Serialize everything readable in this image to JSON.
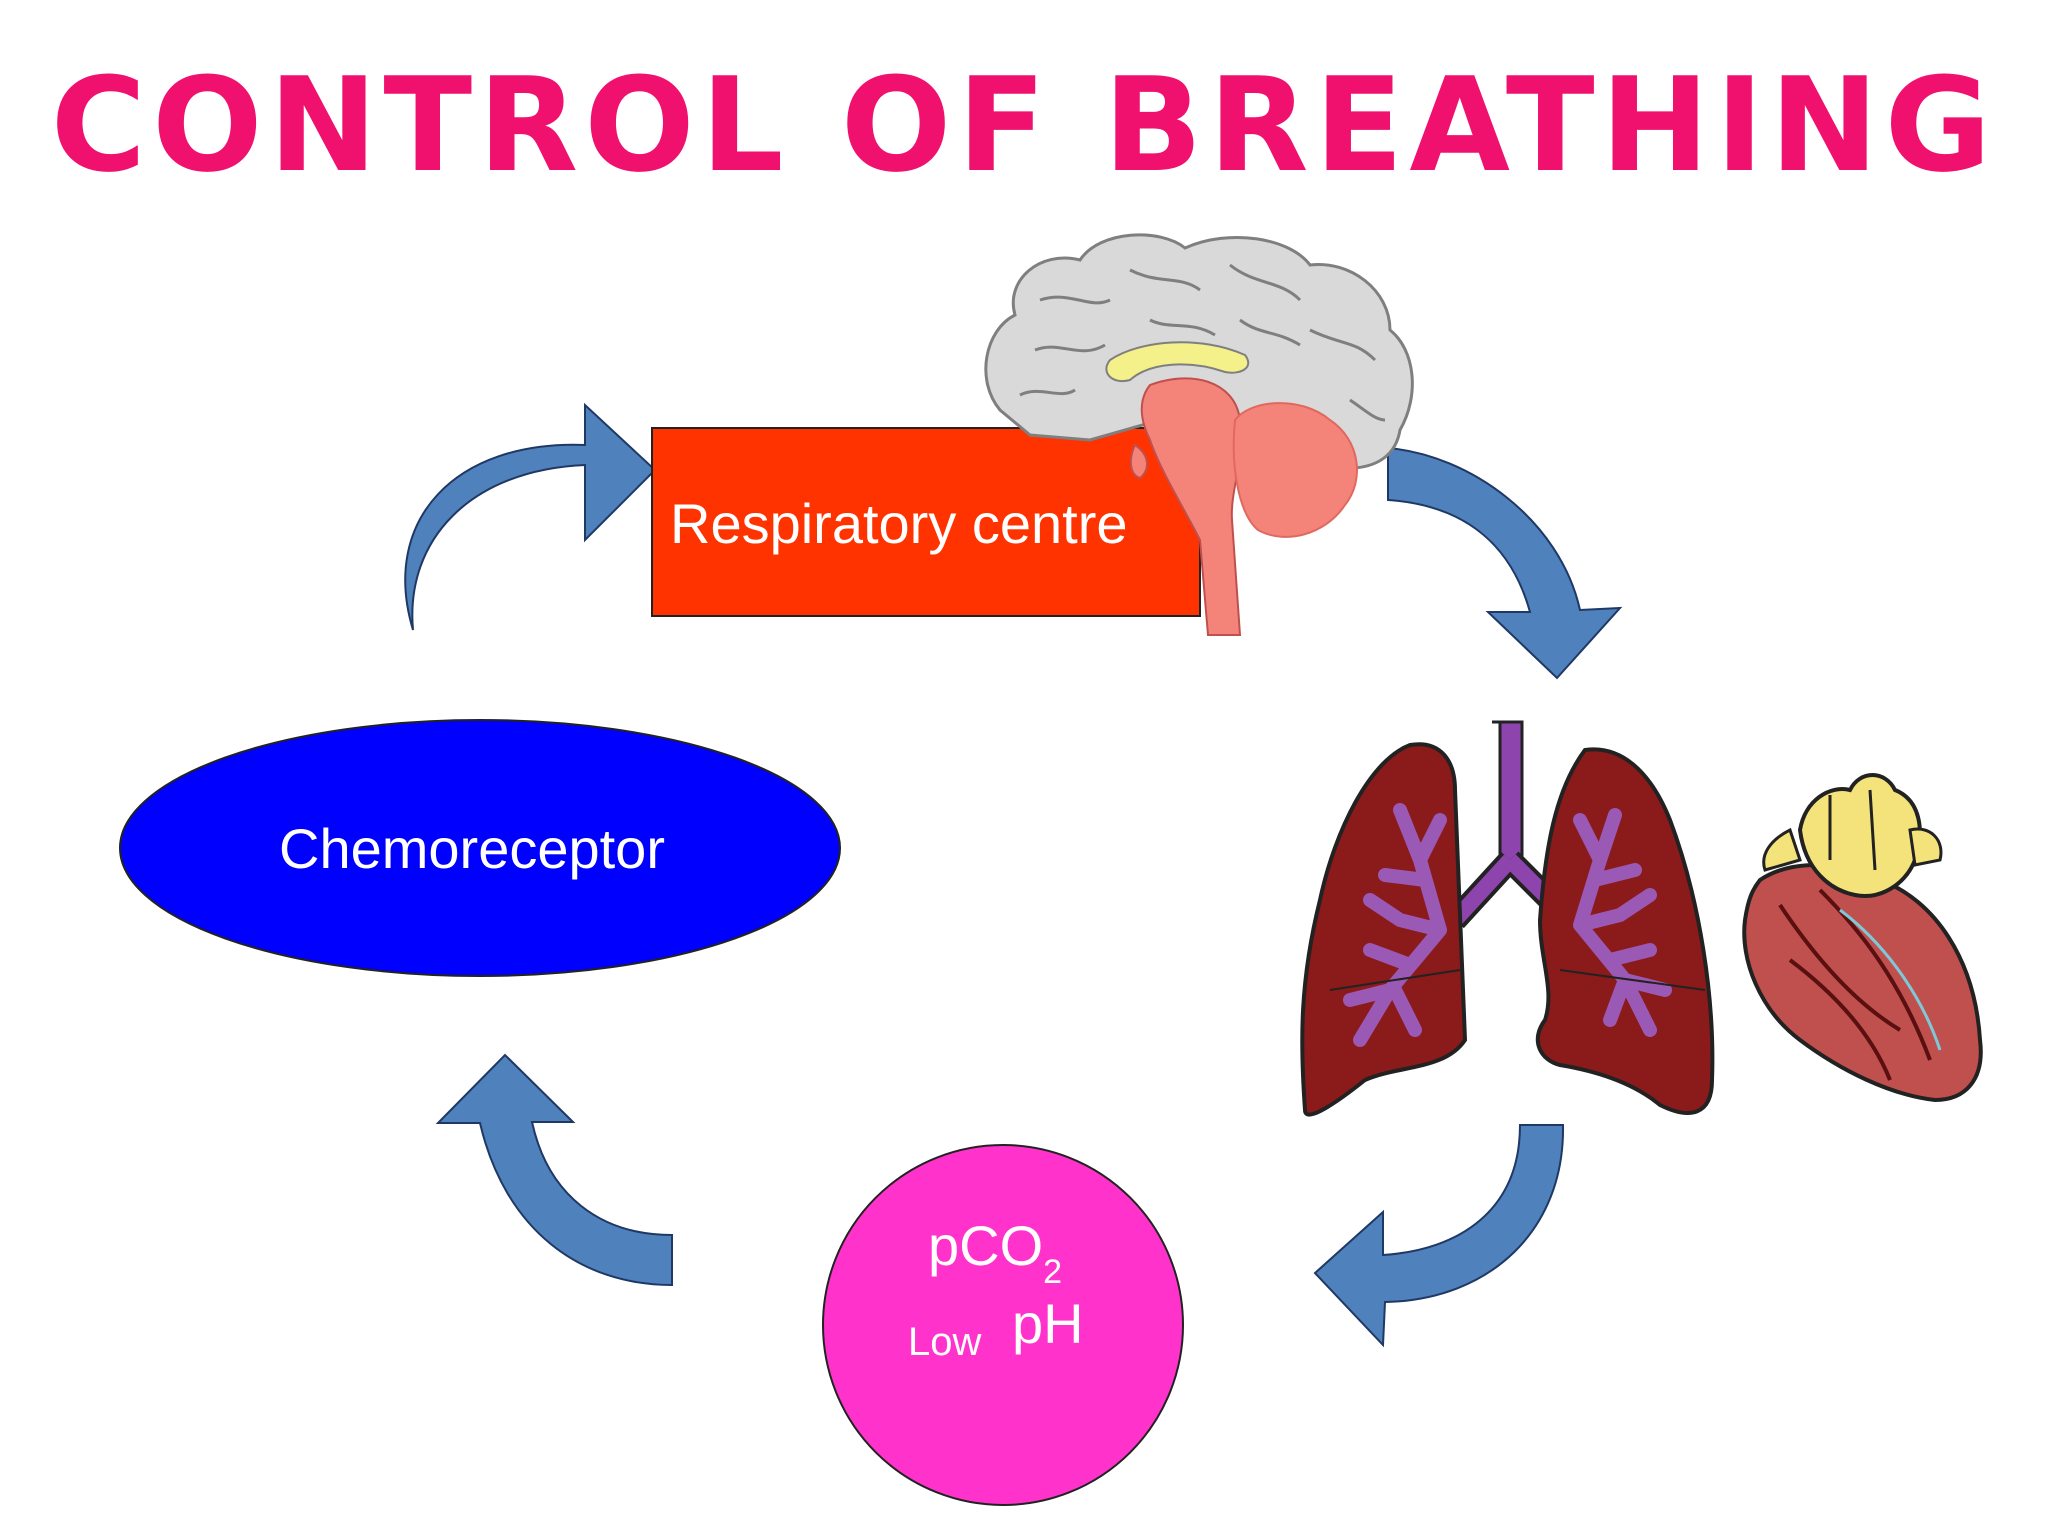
{
  "title": "CONTROL OF BREATHING",
  "nodes": {
    "respiratory_centre": "Respiratory centre",
    "chemoreceptor": "Chemoreceptor",
    "pco2_main": "pCO",
    "pco2_sub": "2",
    "low_label": "Low",
    "ph_label": "pH"
  },
  "colors": {
    "title": "#f0106e",
    "respiratory_box": "#ff3300",
    "chemoreceptor": "#0000ff",
    "pco2_circle": "#ff33cc",
    "arrow_fill": "#4f81bd",
    "arrow_stroke": "#1f3864",
    "brain_cortex": "#d9d9d9",
    "brainstem": "#f4847a",
    "corpus_callosum": "#f4f08a",
    "lung": "#8b1a1a",
    "bronchi": "#9b59b6",
    "heart": "#c0504d"
  },
  "icons": [
    "brain-icon",
    "lungs-icon",
    "heart-icon"
  ]
}
